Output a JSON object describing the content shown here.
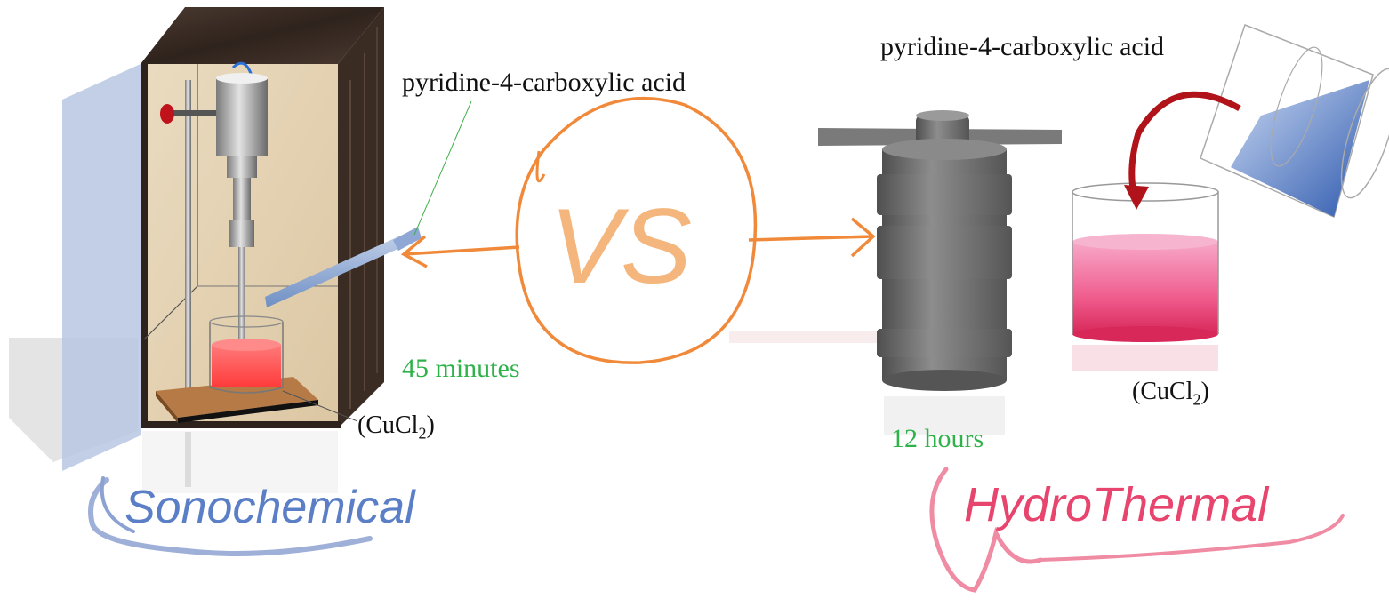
{
  "sonochemical": {
    "reagent": "pyridine-4-carboxylic acid",
    "duration": "45 minutes",
    "salt_prefix": "(CuCl",
    "salt_sub": "2",
    "salt_suffix": ")",
    "method": "Sonochemical",
    "method_color": "#5b7fc6"
  },
  "hydrothermal": {
    "reagent": "pyridine-4-carboxylic acid",
    "duration": "12 hours",
    "salt_prefix": "(CuCl",
    "salt_sub": "2",
    "salt_suffix": ")",
    "method": "HydroThermal",
    "method_color": "#e8456e"
  },
  "versus": {
    "text": "VS",
    "color": "#f08a3a"
  },
  "colors": {
    "solution_left": "#ff4a4a",
    "solution_right": "#f06a9a",
    "duration_text": "#2fb24a",
    "wood": "#3e2e26",
    "autoclave": "#6f6f6f",
    "flask_blue": "#3a64b8"
  }
}
